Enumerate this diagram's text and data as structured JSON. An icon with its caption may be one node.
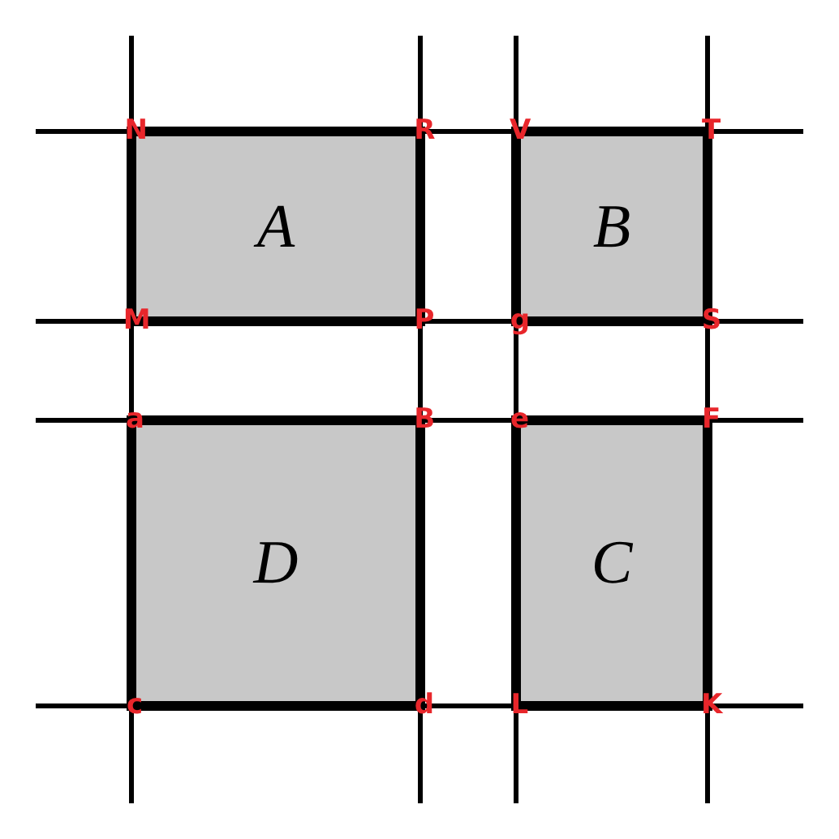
{
  "diagram": {
    "nodes": [
      {
        "text": [
          "A"
        ]
      },
      {
        "text": [
          "B"
        ]
      },
      {
        "text": [
          "D"
        ]
      },
      {
        "text": [
          "C"
        ]
      }
    ],
    "labels": [
      "N",
      "R",
      "V",
      "T",
      "M",
      "P",
      "g",
      "S",
      "a",
      "B",
      "e",
      "F",
      "c",
      "d",
      "L",
      "K"
    ]
  }
}
